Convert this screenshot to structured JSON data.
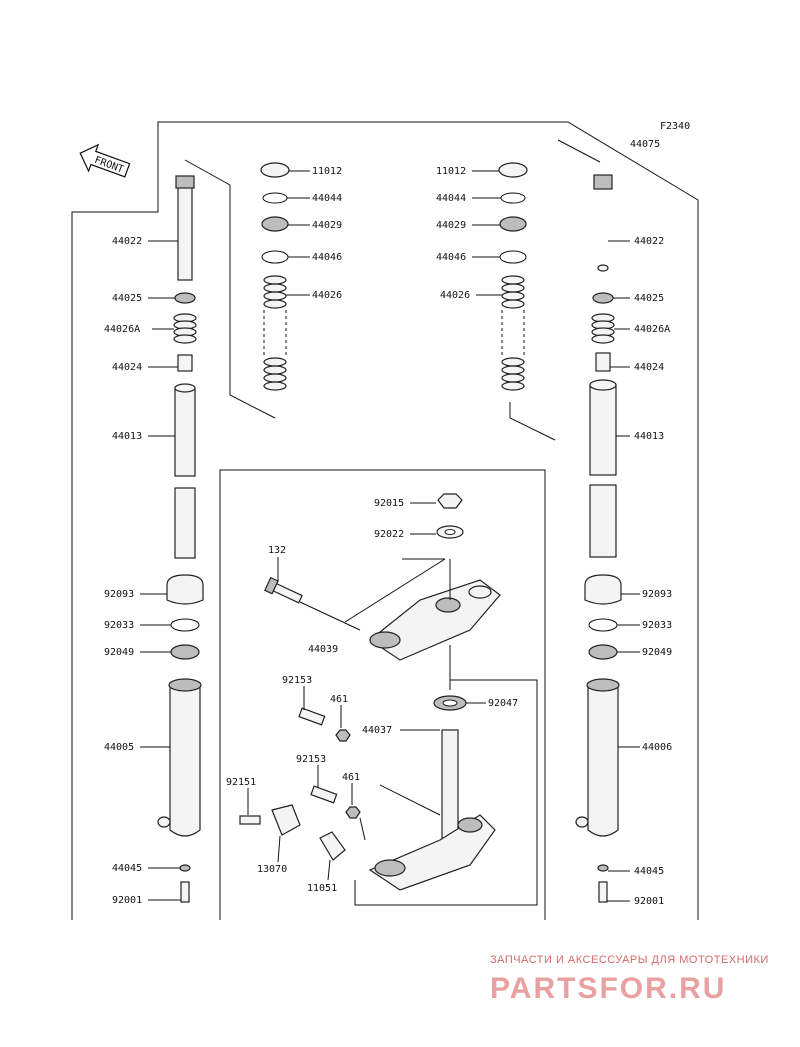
{
  "figure_code": "F2340",
  "front_label": "FRONT",
  "labels": {
    "l44022": "44022",
    "l44025": "44025",
    "l44026A": "44026A",
    "l44024": "44024",
    "l44013": "44013",
    "l92093": "92093",
    "l92033": "92033",
    "l92049": "92049",
    "l44005": "44005",
    "l44045": "44045",
    "l92001": "92001",
    "c11012": "11012",
    "c44044": "44044",
    "c44029": "44029",
    "c44046": "44046",
    "c44026": "44026",
    "d11012": "11012",
    "d44044": "44044",
    "d44029": "44029",
    "d44046": "44046",
    "d44026": "44026",
    "r44075": "44075",
    "r44022": "44022",
    "r44025": "44025",
    "r44026A": "44026A",
    "r44024": "44024",
    "r44013": "44013",
    "r92093": "92093",
    "r92033": "92033",
    "r92049": "92049",
    "r44006": "44006",
    "r44045": "44045",
    "r92001": "92001",
    "m92015": "92015",
    "m92022": "92022",
    "m132": "132",
    "m44039": "44039",
    "m92047": "92047",
    "m44037": "44037",
    "m92153a": "92153",
    "m461a": "461",
    "m92153b": "92153",
    "m461b": "461",
    "m92151": "92151",
    "m13070": "13070",
    "m11051": "11051"
  },
  "watermark": {
    "tagline": "ЗАПЧАСТИ И АКСЕССУАРЫ ДЛЯ МОТОТЕХНИКИ",
    "logo": "PARTSFOR.RU"
  }
}
